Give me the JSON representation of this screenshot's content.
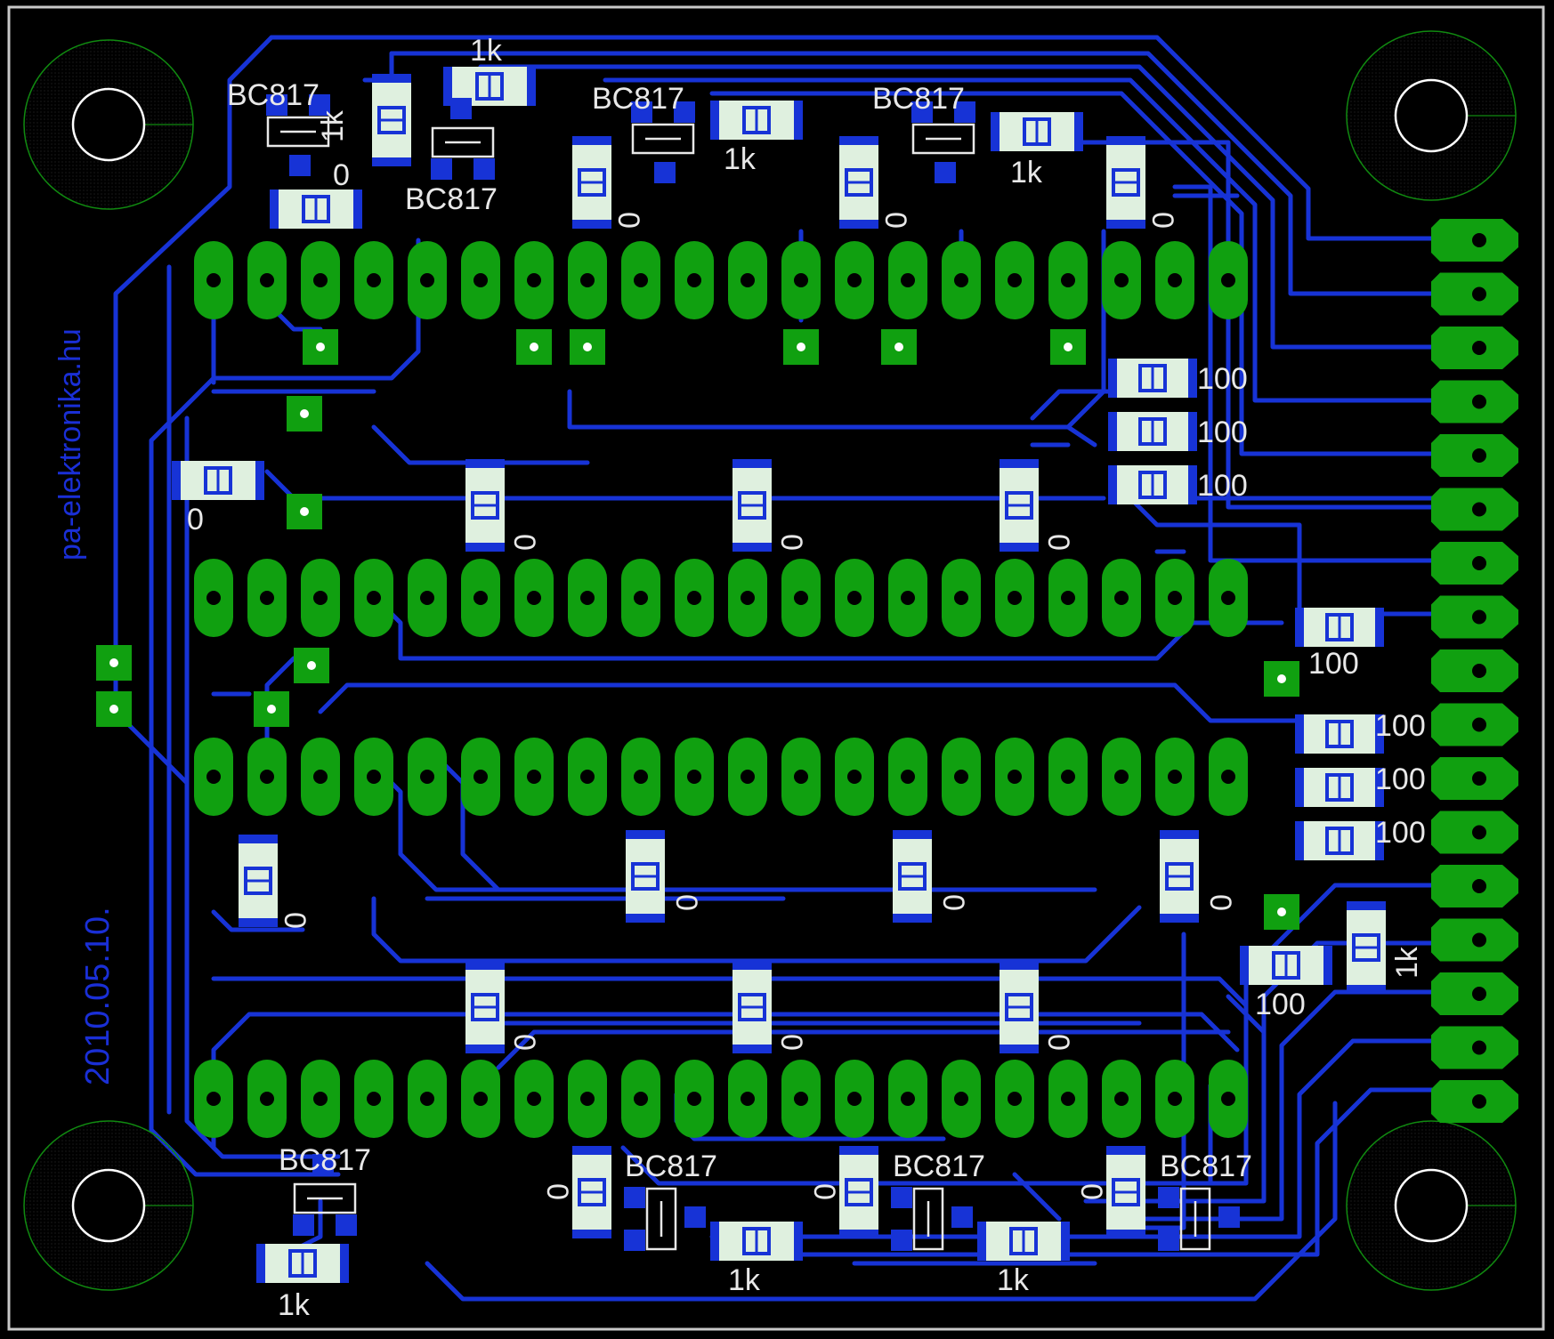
{
  "board": {
    "credit": "pa-elektronika.hu",
    "date": "2010.05.10.",
    "colors": {
      "background": "#000000",
      "outline": "#c8c8c8",
      "trace": "#1733d6",
      "pad": "#10a010",
      "pad_hole": "#000000",
      "via_hole": "#ffffff",
      "smd_body": "#dff0df",
      "mount_ring": "#108a10",
      "silkscreen": "#e8e8e8"
    }
  },
  "labels": {
    "bc817": "BC817",
    "r1k": "1k",
    "r0": "0",
    "r100": "100"
  },
  "mounting_holes": [
    "top-left",
    "top-right",
    "bottom-left",
    "bottom-right"
  ],
  "header_rows": [
    {
      "name": "row-1",
      "pins": 20
    },
    {
      "name": "row-2",
      "pins": 20
    },
    {
      "name": "row-3",
      "pins": 20
    },
    {
      "name": "row-4",
      "pins": 20
    }
  ],
  "edge_connector": {
    "pins": 17
  }
}
